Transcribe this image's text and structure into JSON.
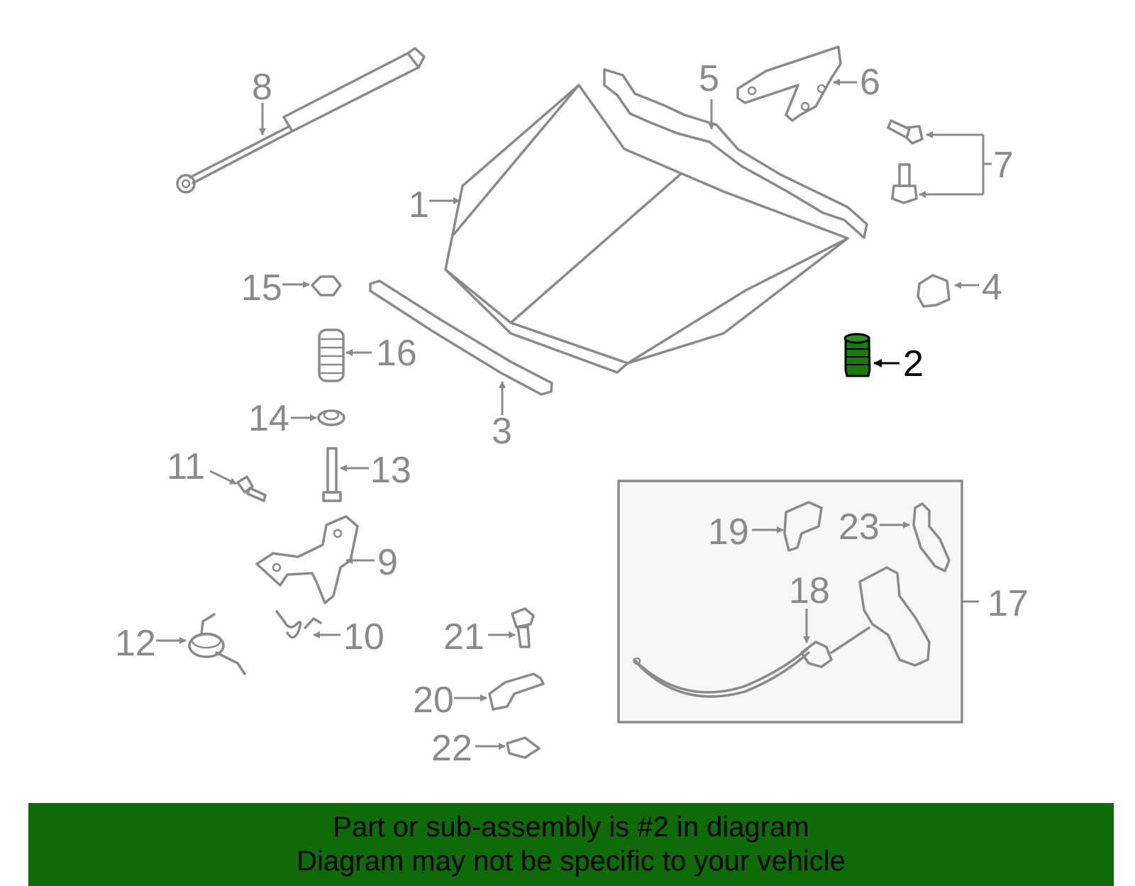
{
  "labels": {
    "p1": "1",
    "p2": "2",
    "p3": "3",
    "p4": "4",
    "p5": "5",
    "p6": "6",
    "p7": "7",
    "p8": "8",
    "p9": "9",
    "p10": "10",
    "p11": "11",
    "p12": "12",
    "p13": "13",
    "p14": "14",
    "p15": "15",
    "p16": "16",
    "p17": "17",
    "p18": "18",
    "p19": "19",
    "p20": "20",
    "p21": "21",
    "p22": "22",
    "p23": "23"
  },
  "banner": {
    "line1": "Part or sub-assembly is #2 in diagram",
    "line2": "Diagram may not be specific to your vehicle"
  },
  "colors": {
    "highlight": "#1a7a10",
    "banner": "#0f6b09",
    "line": "#8a8a8a"
  }
}
